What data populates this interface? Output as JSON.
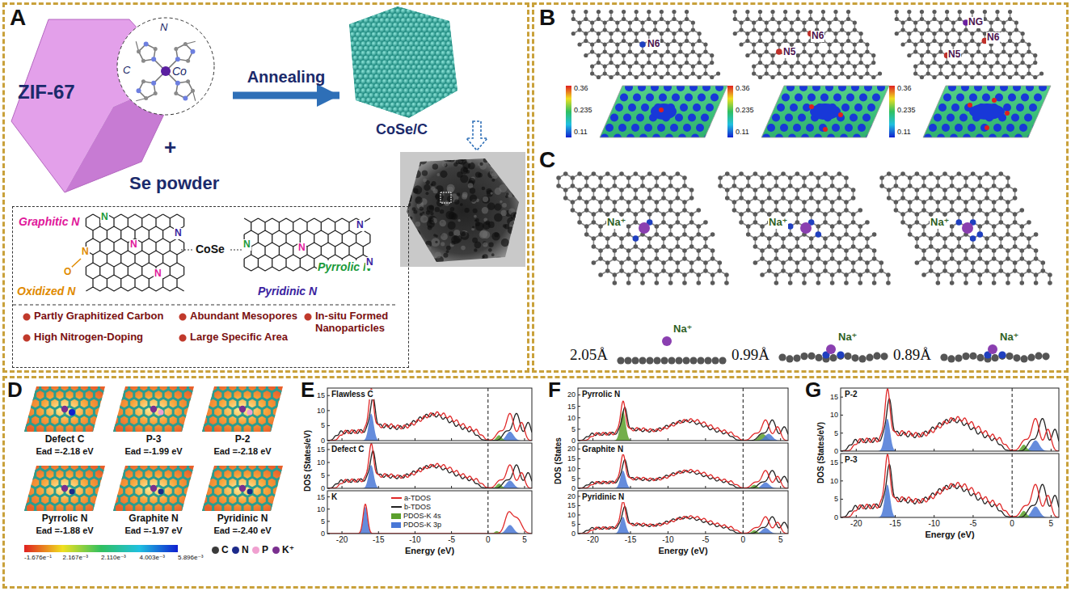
{
  "diagram": {
    "nodes": [
      {
        "text": [
          "A"
        ]
      },
      {
        "text": [
          "ZIF-67"
        ],
        "in": 0
      },
      {
        "text": [
          "CoSe/C"
        ],
        "in": 0
      },
      {
        "text": [
          "Partly Graphitized Carbon",
          "Abundant Mesopores",
          "In-situ Formed Nanoparticles",
          "High Nitrogen-Doping",
          "Large Specific Area"
        ],
        "in": 0
      },
      {
        "text": [
          "B",
          "C"
        ]
      },
      {
        "text": [
          "D",
          "E",
          "F",
          "G"
        ]
      }
    ],
    "edges": [
      {
        "from": 1,
        "to": 2,
        "label": "Annealing",
        "arrow": "to"
      }
    ],
    "labels": [
      "Se powder",
      "+",
      "N",
      "Co",
      "C",
      "Graphitic N",
      "Oxidized N",
      "Pyrrolic N",
      "Pyridinic N",
      "CoSe",
      "N",
      "N",
      "O",
      "N",
      "N",
      "N",
      "N",
      "N",
      "N",
      "N",
      "N6",
      "N6",
      "N5",
      "NG",
      "N6",
      "N5",
      "0.36",
      "0.235",
      "0.11",
      "0.36",
      "0.235",
      "0.11",
      "0.36",
      "0.235",
      "0.11",
      "Na⁺",
      "Na⁺",
      "Na⁺",
      "2.05Å",
      "Na⁺",
      "0.99Å",
      "Na⁺",
      "0.89Å",
      "Na⁺",
      "Defect C",
      "Ead =-2.18 eV",
      "P-3",
      "Ead =-1.99 eV",
      "P-2",
      "Ead =-2.18 eV",
      "Pyrrolic N",
      "Ead =-1.88 eV",
      "Graphite N",
      "Ead =-1.97 eV",
      "Pyridinic N",
      "Ead =-2.40 eV",
      "-1.676e⁻¹",
      "2.167e⁻³",
      "2.110e⁻³",
      "4.003e⁻³",
      "5.896e⁻³",
      "Flawless C",
      "Defect C",
      "K",
      "0",
      "5",
      "10",
      "15",
      "0",
      "5",
      "10",
      "15",
      "0",
      "5",
      "10",
      "15",
      "-20",
      "-15",
      "-10",
      "-5",
      "0",
      "5",
      "Energy (eV)",
      "DOS (States/eV)",
      "Pyrrolic N",
      "Graphite N",
      "Pyridinic N",
      "0",
      "5",
      "10",
      "15",
      "20",
      "0",
      "5",
      "10",
      "15",
      "20",
      "0",
      "5",
      "10",
      "15",
      "20",
      "-20",
      "-15",
      "-10",
      "-5",
      "0",
      "5",
      "Energy (eV)",
      "DOS (States",
      "P-2",
      "P-3",
      "0",
      "5",
      "10",
      "15",
      "0",
      "5",
      "10",
      "15",
      "-20",
      "-15",
      "-10",
      "-5",
      "0",
      "5",
      "Energy (eV)",
      "DOS (States/eV)"
    ],
    "legend": [
      {
        "text": "C",
        "color": "#3a3a3a"
      },
      {
        "text": "N",
        "color": "#1c2a8a"
      },
      {
        "text": "P",
        "color": "#f0a0d0"
      },
      {
        "text": "K⁺",
        "color": "#7a2f8f"
      },
      {
        "text": "a-TDOS"
      },
      {
        "text": "b-TDOS"
      },
      {
        "text": "PDOS-K 4s",
        "color": "#5aa02c"
      },
      {
        "text": "PDOS-K 3p",
        "color": "#4a78d6"
      }
    ]
  }
}
